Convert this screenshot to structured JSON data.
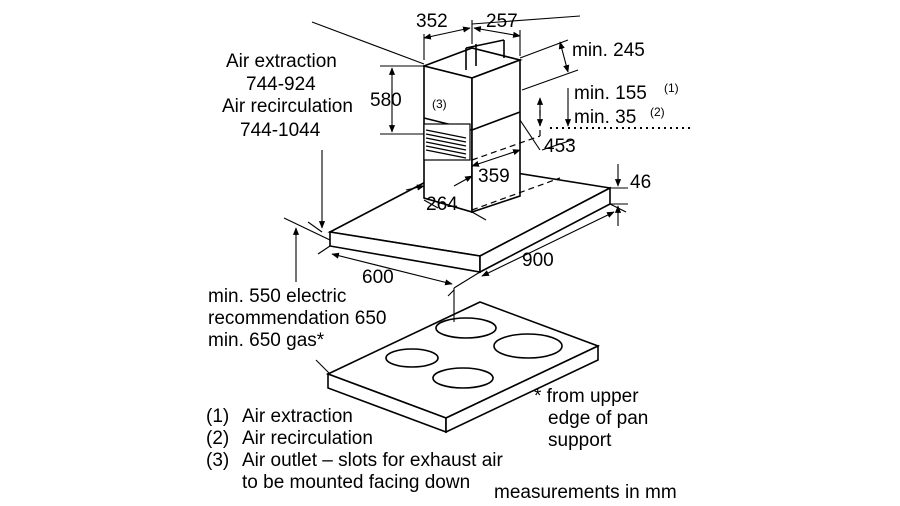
{
  "dims": {
    "chimney_width": "352",
    "chimney_depth": "257",
    "min_245": "min. 245",
    "chimney_height": "580",
    "min_155": "min. 155",
    "note_1": "(1)",
    "min_35": "min. 35",
    "note_2": "(2)",
    "dim_453": "453",
    "dim_359": "359",
    "dim_264": "264",
    "hood_thickness": "46",
    "hood_depth": "600",
    "hood_width": "900",
    "outlet_marker": "(3)"
  },
  "air_extraction": {
    "label": "Air extraction",
    "range": "744-924"
  },
  "air_recirculation": {
    "label": "Air recirculation",
    "range": "744-1044"
  },
  "clearance": {
    "line1": "min. 550 electric",
    "line2": "recommendation 650",
    "line3": "min. 650 gas*"
  },
  "footnote": {
    "line1": "* from upper",
    "line2": "edge of pan",
    "line3": "support"
  },
  "legend": [
    {
      "num": "(1)",
      "text": "Air extraction"
    },
    {
      "num": "(2)",
      "text": "Air recirculation"
    },
    {
      "num": "(3)",
      "text": "Air outlet – slots for exhaust air"
    },
    {
      "num": "",
      "text": "to be mounted facing down"
    }
  ],
  "units": "measurements in mm"
}
